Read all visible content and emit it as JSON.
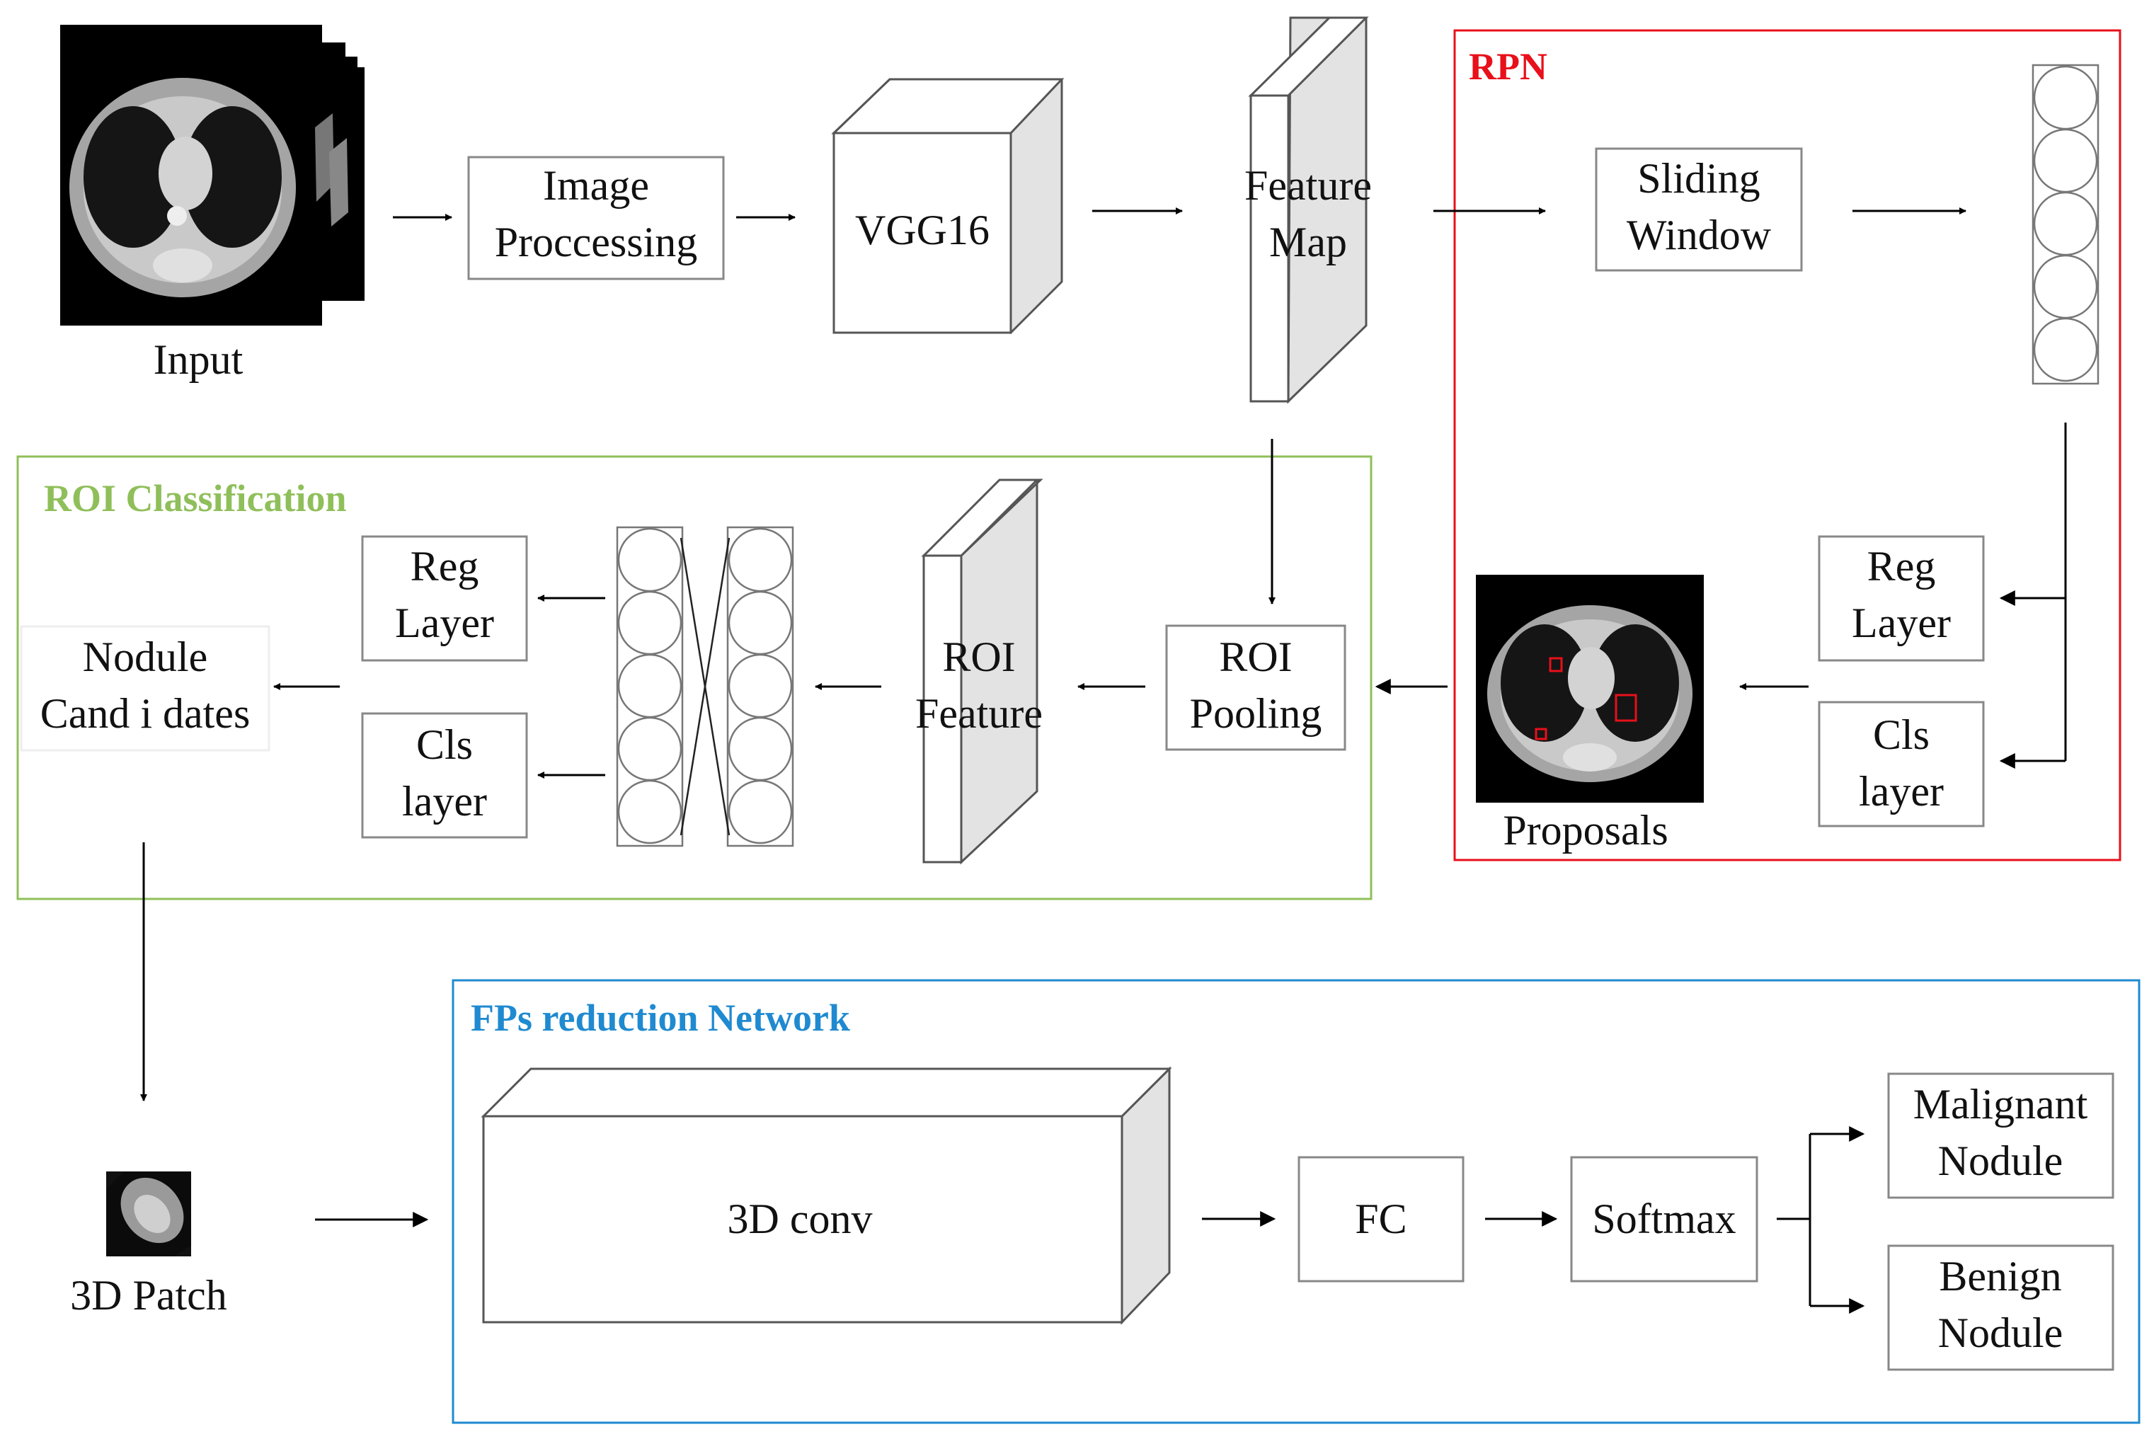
{
  "colors": {
    "rpn": "#e8101a",
    "roi": "#8fbf5a",
    "fps": "#1f8ad0",
    "box": "#888888",
    "face": "#e3e3e3"
  },
  "input": {
    "label": "Input"
  },
  "preprocess": {
    "line1": "Image",
    "line2": "Proccessing"
  },
  "backbone": {
    "label": "VGG16"
  },
  "feature_map": {
    "line1": "Feature",
    "line2": "Map"
  },
  "rpn": {
    "title": "RPN",
    "sliding_line1": "Sliding",
    "sliding_line2": "Window",
    "reg_line1": "Reg",
    "reg_line2": "Layer",
    "cls_line1": "Cls",
    "cls_line2": "layer",
    "proposals_label": "Proposals"
  },
  "roi": {
    "title": "ROI Classification",
    "pooling_line1": "ROI",
    "pooling_line2": "Pooling",
    "feature_line1": "ROI",
    "feature_line2": "Feature",
    "reg_line1": "Reg",
    "reg_line2": "Layer",
    "cls_line1": "Cls",
    "cls_line2": "layer",
    "candidates_line1": "Nodule",
    "candidates_line2": "Cand i dates"
  },
  "patch": {
    "label": "3D Patch"
  },
  "fps": {
    "title": "FPs reduction Network",
    "conv_label": "3D conv",
    "fc_label": "FC",
    "softmax_label": "Softmax",
    "malignant_line1": "Malignant",
    "malignant_line2": "Nodule",
    "benign_line1": "Benign",
    "benign_line2": "Nodule"
  }
}
